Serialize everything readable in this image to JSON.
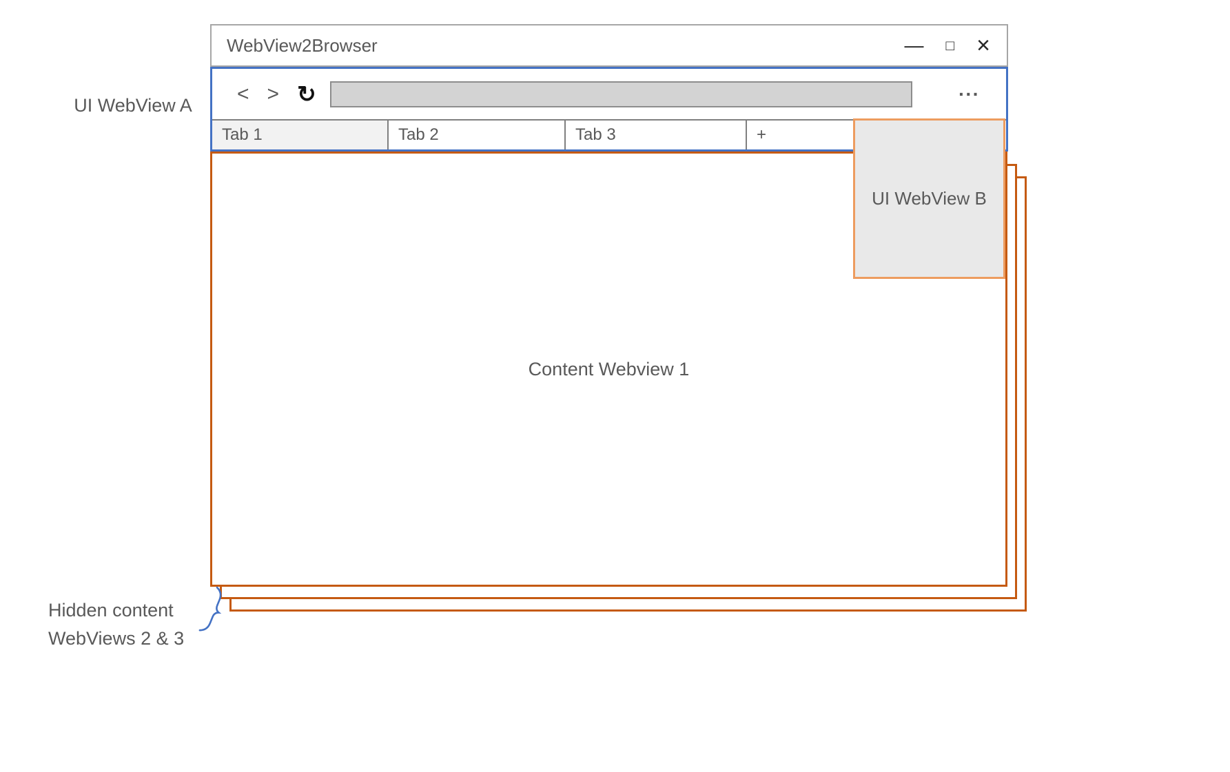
{
  "window": {
    "title": "WebView2Browser",
    "minimize_icon": "—",
    "maximize_icon": "□",
    "close_icon": "×"
  },
  "toolbar": {
    "back_icon": "<",
    "forward_icon": ">",
    "reload_icon": "↻",
    "menu_icon": "···",
    "address_value": ""
  },
  "tabs": [
    {
      "label": "Tab 1",
      "selected": true
    },
    {
      "label": "Tab 2",
      "selected": false
    },
    {
      "label": "Tab 3",
      "selected": false
    },
    {
      "label": "+",
      "selected": false
    }
  ],
  "content": {
    "webview1_label": "Content Webview 1"
  },
  "annotations": {
    "ui_webview_a": "UI WebView A",
    "ui_webview_b": "UI WebView B",
    "hidden_content_line1": "Hidden content",
    "hidden_content_line2": "WebViews 2 & 3"
  },
  "colors": {
    "blue_accent": "#4472C4",
    "orange_dark": "#C55A11",
    "orange_light": "#ED9C5F",
    "gray_text": "#595959",
    "window_border": "#A6A6A6",
    "address_fill": "#D3D3D3",
    "tab_selected_fill": "#F2F2F2",
    "panel_fill": "#E9E9E9"
  }
}
